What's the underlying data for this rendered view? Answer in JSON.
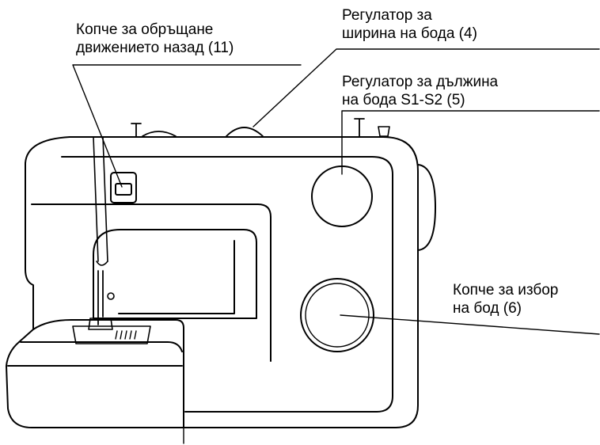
{
  "labels": {
    "reverse_button": {
      "line1": "Копче за обръщане",
      "line2": "движението назад (11)"
    },
    "stitch_width": {
      "line1": "Регулатор за",
      "line2": "ширина на бода (4)"
    },
    "stitch_length": {
      "line1": "Регулатор за дължина",
      "line2": "на бода S1-S2 (5)"
    },
    "pattern_selector": {
      "line1": "Копче за избор",
      "line2": "на бод (6)"
    }
  },
  "colors": {
    "line": "#000000",
    "background": "#ffffff"
  }
}
